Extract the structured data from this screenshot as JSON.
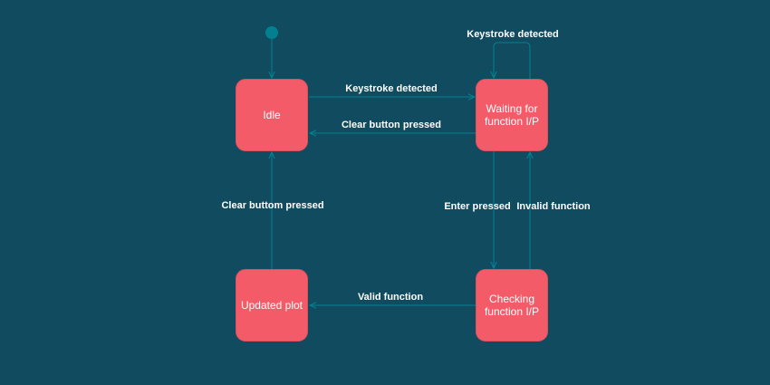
{
  "colors": {
    "background": "#114b5f",
    "state_fill": "#f45b69",
    "state_stroke": "#d9535f",
    "edge": "#028090",
    "text": "#ffffff"
  },
  "states": {
    "idle": "Idle",
    "waiting": "Waiting for function I/P",
    "checking": "Checking function I/P",
    "updated": "Updated plot"
  },
  "transitions": {
    "idle_to_waiting": "Keystroke detected",
    "waiting_self": "Keystroke detected",
    "waiting_to_idle": "Clear button pressed",
    "waiting_to_checking": "Enter pressed",
    "checking_to_waiting": "Invalid function",
    "checking_to_updated": "Valid function",
    "updated_to_idle": "Clear buttom pressed"
  }
}
